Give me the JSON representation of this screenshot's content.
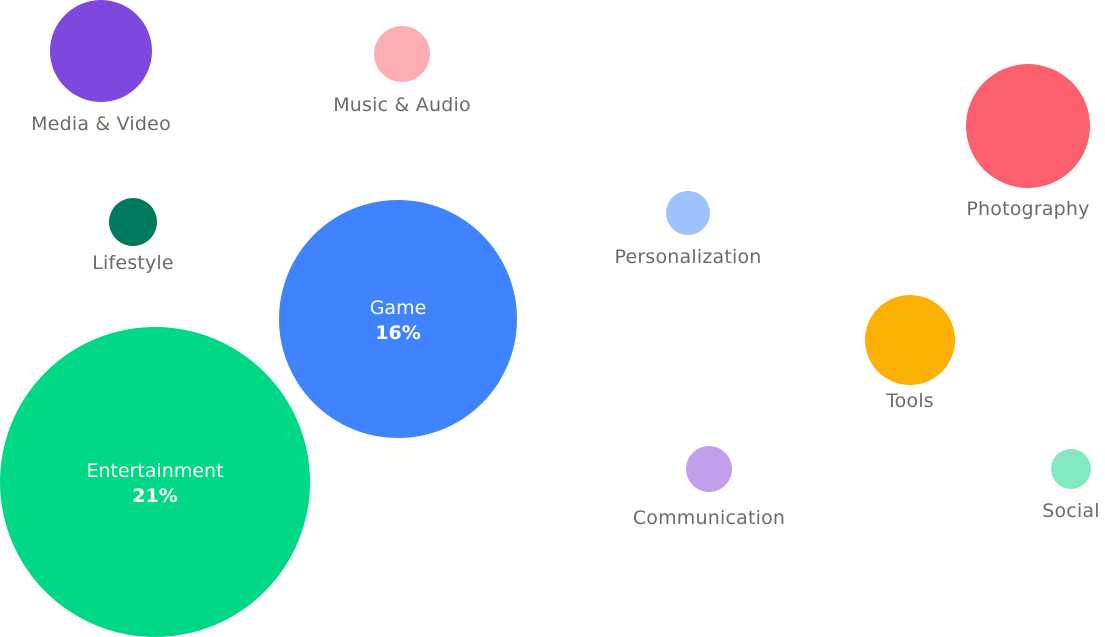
{
  "chart_data": {
    "type": "bubble",
    "title": "",
    "items": [
      {
        "name": "Media & Video",
        "value_label": "",
        "color": "#7e47dd"
      },
      {
        "name": "Music & Audio",
        "value_label": "",
        "color": "#fdaeb3"
      },
      {
        "name": "Photography",
        "value_label": "",
        "color": "#fc5f6d"
      },
      {
        "name": "Lifestyle",
        "value_label": "",
        "color": "#007a5e"
      },
      {
        "name": "Personalization",
        "value_label": "",
        "color": "#9ec2fd"
      },
      {
        "name": "Game",
        "value_label": "16%",
        "color": "#3f84fe"
      },
      {
        "name": "Tools",
        "value_label": "",
        "color": "#fcb003"
      },
      {
        "name": "Entertainment",
        "value_label": "21%",
        "color": "#00d886"
      },
      {
        "name": "Communication",
        "value_label": "",
        "color": "#c0a0ea"
      },
      {
        "name": "Social",
        "value_label": "",
        "color": "#81e8bf"
      }
    ]
  }
}
